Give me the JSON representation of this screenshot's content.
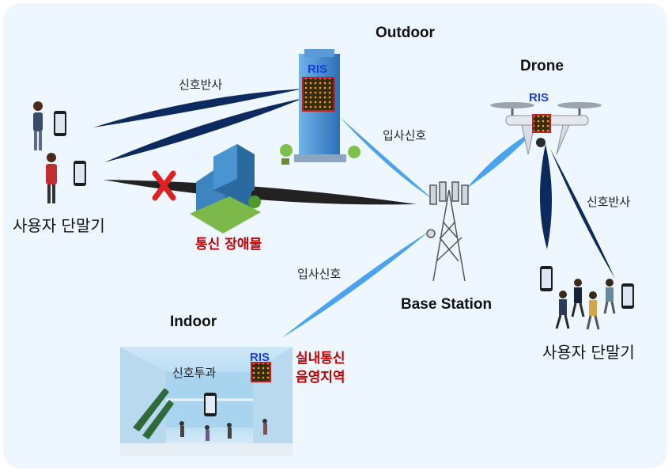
{
  "labels": {
    "outdoor": "Outdoor",
    "drone": "Drone",
    "indoor": "Indoor",
    "base_station": "Base Station",
    "user_left": "사용자 단말기",
    "user_right": "사용자 단말기",
    "signal_reflect_left": "신호반사",
    "signal_reflect_right": "신호반사",
    "incident_top": "입사신호",
    "incident_bottom": "입사신호",
    "obstacle": "통신 장애물",
    "shadow_line1": "실내통신",
    "shadow_line2": "음영지역",
    "signal_transmit": "신호투과",
    "ris_building": "RIS",
    "ris_drone": "RIS",
    "ris_indoor": "RIS"
  },
  "colors": {
    "beam_light": "#4aa3ee",
    "beam_dark": "#0d2a5e",
    "blocked_beam": "#222222",
    "blocked_mark": "#e02020",
    "panel_bg": "#eef6ff",
    "ris_text": "#1d3fd8",
    "warning_text": "#c00000"
  }
}
